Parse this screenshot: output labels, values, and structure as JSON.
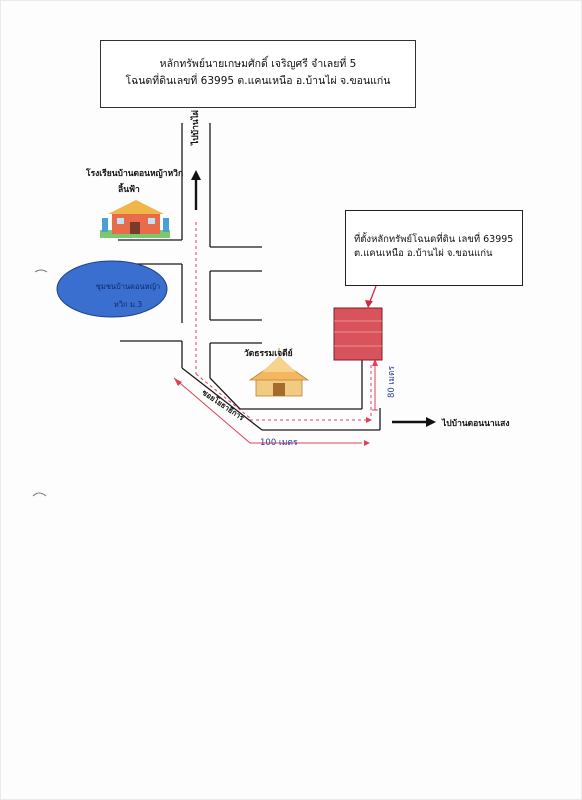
{
  "title": {
    "line1": "หลักทรัพย์นายเกษมศักดิ์  เจริญศรี จำเลยที่ 5",
    "line2": "โฉนดที่ดินเลขที่ 63995 ต.แคนเหนือ อ.บ้านไผ่ จ.ขอนแก่น"
  },
  "callout": {
    "line1": "ที่ตั้งหลักทรัพย์โฉนดที่ดิน เลขที่ 63995",
    "line2": "ต.แคนเหนือ อ.บ้านไผ่ จ.ขอนแก่น"
  },
  "labels": {
    "school_line1": "โรงเรียนบ้านดอนหญ้าหวิก",
    "school_line2": "ลิ้นฟ้า",
    "road_north": "ไปบ้านไผ่",
    "community_line1": "ชุมชนบ้านดอนหญ้า",
    "community_line2": "หวิก ม.3",
    "temple": "วัดธรรมเจดีย์",
    "lane": "ซอยโยธาธิการ",
    "to_east": "ไปบ้านดอนนาแสง",
    "dist_80": "80 เมตร",
    "dist_100": "100 เมตร"
  },
  "colors": {
    "road": "#1b1b1b",
    "dashed_route": "#e0405a",
    "property_fill": "#d9535c",
    "community_fill": "#3a6fd0"
  },
  "icons": {
    "school": "school-building-icon",
    "temple": "temple-icon",
    "arrow_north": "arrow-up-icon",
    "arrow_east": "arrow-right-icon"
  }
}
